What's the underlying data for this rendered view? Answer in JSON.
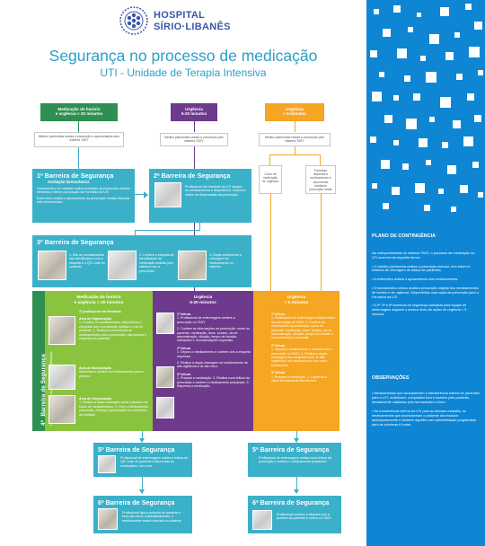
{
  "logo": {
    "line1": "HOSPITAL",
    "line2": "SÍRIO·LIBANÊS"
  },
  "header": {
    "title": "Segurança no processo de medicação",
    "subtitle": "UTI - Unidade de Terapia Intensiva"
  },
  "columns": [
    {
      "label_line1": "Medicação de horário",
      "label_line2": "e urgência > 20 minutos",
      "color": "#2f8f52"
    },
    {
      "label_line1": "Urgência",
      "label_line2": "5-20 minutos",
      "color": "#6d3a8c"
    },
    {
      "label_line1": "Urgência",
      "label_line2": "< 5 minutos",
      "color": "#f5a623"
    }
  ],
  "notes": {
    "col1": "Médico plantonista realiza a prescrição e apresentação pelo sistema TASY",
    "col2": "Médico plantonista realiza a prescrição pelo sistema TASY",
    "col3": "Médico plantonista realiza a prescrição pelo sistema TASY",
    "carro": "Carro de medicação de urgência",
    "farmacia": "Farmácia dispensa o medicamento e documenta mediante prescrição tardia"
  },
  "barrier1": {
    "num": "1ª",
    "title": "Barreira de Segurança",
    "sub": "Avaliação farmacêutica",
    "text1": "Farmacêutico de unidade realiza avaliação da prescrição médica eletrônica e libera a produção da Farmácia da UTI.",
    "text2": "Enfermeiro realiza o aprazamento da prescrição médica liberada pelo farmacêutico."
  },
  "barrier2": {
    "num": "2ª",
    "title": "Barreira de Segurança",
    "text": "Profissional da Farmácia da UTI separa os medicamentos e dispositivos, conforme ordem de dispensação da prescrição."
  },
  "barrier3": {
    "num": "3ª",
    "title": "Barreira de Segurança",
    "items": [
      "1. Kits os medicamentos são identificados com a etiqueta e o QR Code do paciente.",
      "2. Conferir a etiqueta de identificação da medicação emitida pelo sistema com a prescrição.",
      "3. Dupla conferência e checagem do medicamento no sistema."
    ]
  },
  "barrier4": {
    "num": "4ª",
    "title": "Barreira de Segurança",
    "sub": "Leitura da prescrição e dupla checagem da medicação",
    "green": {
      "title_line1": "Medicação de horário",
      "title_line2": "e urgência > 20 minutos",
      "role": "4º profissional da Farmácia",
      "sections": [
        {
          "h": "Área de Higienização",
          "t": "1. Confere os medicamentos, dispositivos e etiquetas com a prescrição médica e o kit do paciente. 2. Realiza a conferência de medicamentos com a prescrição, dispositivos e etiquetas do paciente."
        },
        {
          "h": "Área de Manipulação",
          "t": "Seleciona e confere os medicamentos para o preparo."
        },
        {
          "h": "Área de Dispensação",
          "t": "1. Realiza a dupla checagem após o preparo de todos os medicamentos. 2. Com o medicamento preparado, entrega a preparação ao enfermeiro da unidade."
        }
      ]
    },
    "purple": {
      "title_line1": "Urgência",
      "title_line2": "5-20 minutos",
      "sections": [
        {
          "h": "1º leitura",
          "t": "1. Profissional de enfermagem confere a prescrição no TASY."
        },
        {
          "h": "",
          "t": "2. Confere as informações na prescrição: nome do paciente, medicação, dose, horário, via de administração, diluição, tempo de infusão, interações e recomendações especiais."
        },
        {
          "h": "2º leitura",
          "t": "1. Separa o medicamento e confere com a etiqueta impressa."
        },
        {
          "h": "",
          "t": "2. Realiza a dupla checagem do medicamento de alta vigilância e de alto risco."
        },
        {
          "h": "3º leitura",
          "t": "1. Prepara a medicação. 2. Realiza nova leitura da prescrição e confere o medicamento preparado. 3. Dispensa a medicação."
        }
      ]
    },
    "orange": {
      "title_line1": "Urgência",
      "title_line2": "< 5 minutos",
      "sections": [
        {
          "h": "1º leitura",
          "t": "1. Profissional de enfermagem realiza leitura da prescrição no TASY. 2. Confere as informações na prescrição: nome do paciente, medicação, dose, horário, via de administração, diluição, tempo de infusão e recomendações especiais."
        },
        {
          "h": "2º leitura",
          "t": "1. Separa o medicamento e confere com a prescrição no TASY. 2. Realiza a dupla checagem dos medicamentos de alta vigilância e do medicamento com outro profissional."
        },
        {
          "h": "3º leitura",
          "t": "1. Prepara a medicação. 2. Dispensa o rótulo devidamente identificado."
        }
      ]
    }
  },
  "barrier5a": {
    "num": "5ª",
    "title": "Barreira de Segurança",
    "text": "Profissional de enfermagem realiza a leitura de QR Code do paciente e bipa todas as medicações, um a um."
  },
  "barrier5b": {
    "num": "5ª",
    "title": "Barreira de Segurança",
    "text": "Profissional de enfermagem realiza nova leitura da prescrição e confere o medicamento preparado."
  },
  "barrier6a": {
    "num": "6ª",
    "title": "Barreira de Segurança",
    "text": "Profissional bipa a pulseira do paciente e seus bip-cards. Automaticamente, o medicamento estará checado no sistema."
  },
  "barrier6b": {
    "num": "6ª",
    "title": "Barreira de Segurança",
    "text": "Profissional confere a etiqueta com a pulseira do paciente e checa no TASY."
  },
  "right_panel": {
    "plan_title": "PLANO DE CONTINGÊNCIA",
    "plan_items": [
      "Na indisponibilidade do sistema TASY, o processo de medicação na UTI ocorrerá da seguinte forma:",
      "• O médico plantonista realiza a prescrição manual, com base no relatório de checagem de dados de pacientes.",
      "• A enfermeira realiza o aprazamento dos medicamentos.",
      "• O farmacêutico clínico avalia a prescrição original dos medicamentos de horário e de urgência. Disponibiliza uma cópia da prescrição para a Farmácia da UTI.",
      "• A 4ª, 5ª e 6ª barreiras de segurança adotadas pela equipe de enfermagem seguem o mesmo fluxo de ações de urgência < 5 minutos."
    ],
    "obs_title": "OBSERVAÇÕES",
    "obs_items": [
      "• Medicamentos que acompanham a transferência interna de pacientes para a UTI: multidoses, comprados fora e trazidos pelo paciente, devidamente validados pelo farmacêutico clínico.",
      "• Na transferência interna da UTI para as demais unidades, os medicamentos que acompanham o paciente são trazidos antecipadamente e também aqueles com administração programada para as próximas 6 horas."
    ]
  },
  "colors": {
    "teal": "#3bb1c9",
    "green": "#8ac43f",
    "dark_green": "#2f8f52",
    "purple": "#6d3a8c",
    "orange": "#f5a623",
    "right_panel": "#0e86d4",
    "title": "#2a9fc9"
  }
}
